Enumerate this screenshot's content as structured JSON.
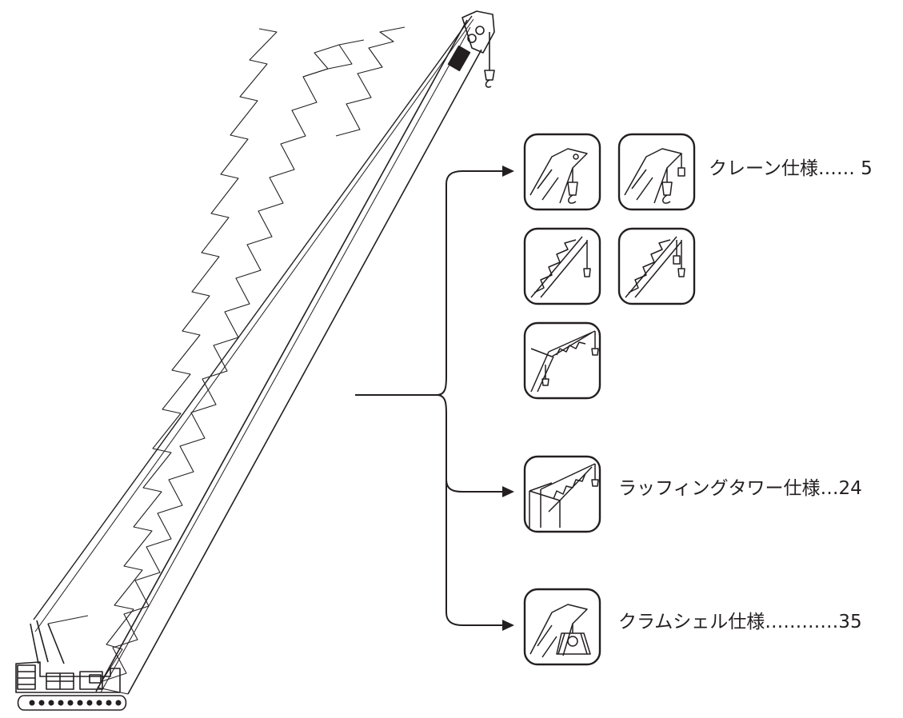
{
  "colors": {
    "line": "#231f20",
    "background": "#ffffff"
  },
  "illustration": "crawler-crane",
  "branches": [
    {
      "label": "クレーン仕様…… 5",
      "icons": [
        "crane-hook-icon",
        "crane-aux-hook-icon",
        "crane-boom-icon",
        "crane-boom-aux-icon",
        "crane-fixed-jib-icon"
      ]
    },
    {
      "label": "ラッフィングタワー仕様…24",
      "icons": [
        "luffing-tower-icon"
      ]
    },
    {
      "label": "クラムシェル仕様…………35",
      "icons": [
        "clamshell-bucket-icon"
      ]
    }
  ]
}
